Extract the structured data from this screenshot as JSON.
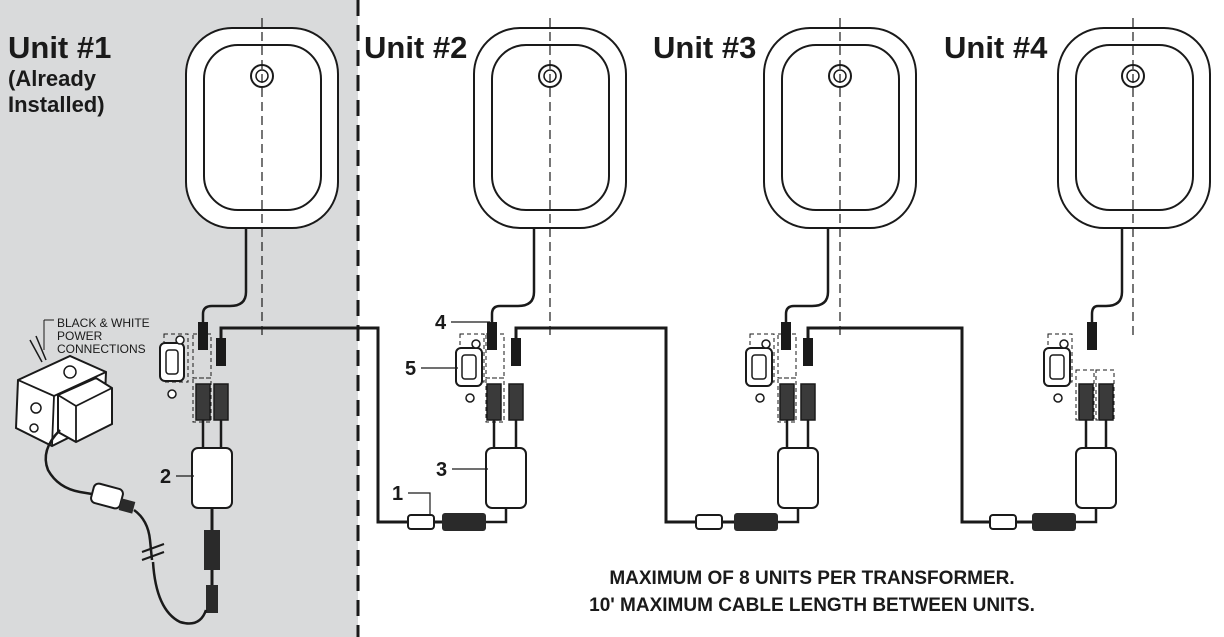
{
  "units": [
    {
      "title": "Unit #1",
      "subtitle_line1": "(Already",
      "subtitle_line2": "Installed)"
    },
    {
      "title": "Unit #2"
    },
    {
      "title": "Unit #3"
    },
    {
      "title": "Unit #4"
    }
  ],
  "power_label": {
    "line1": "BLACK & WHITE",
    "line2": "POWER",
    "line3": "CONNECTIONS"
  },
  "callouts": {
    "c1": "1",
    "c2": "2",
    "c3": "3",
    "c4": "4",
    "c5": "5"
  },
  "notes": {
    "line1": "MAXIMUM OF 8 UNITS PER TRANSFORMER.",
    "line2": "10' MAXIMUM CABLE LENGTH BETWEEN UNITS."
  },
  "colors": {
    "installed_zone": "#d9dadb",
    "line": "#1a1a1a"
  }
}
